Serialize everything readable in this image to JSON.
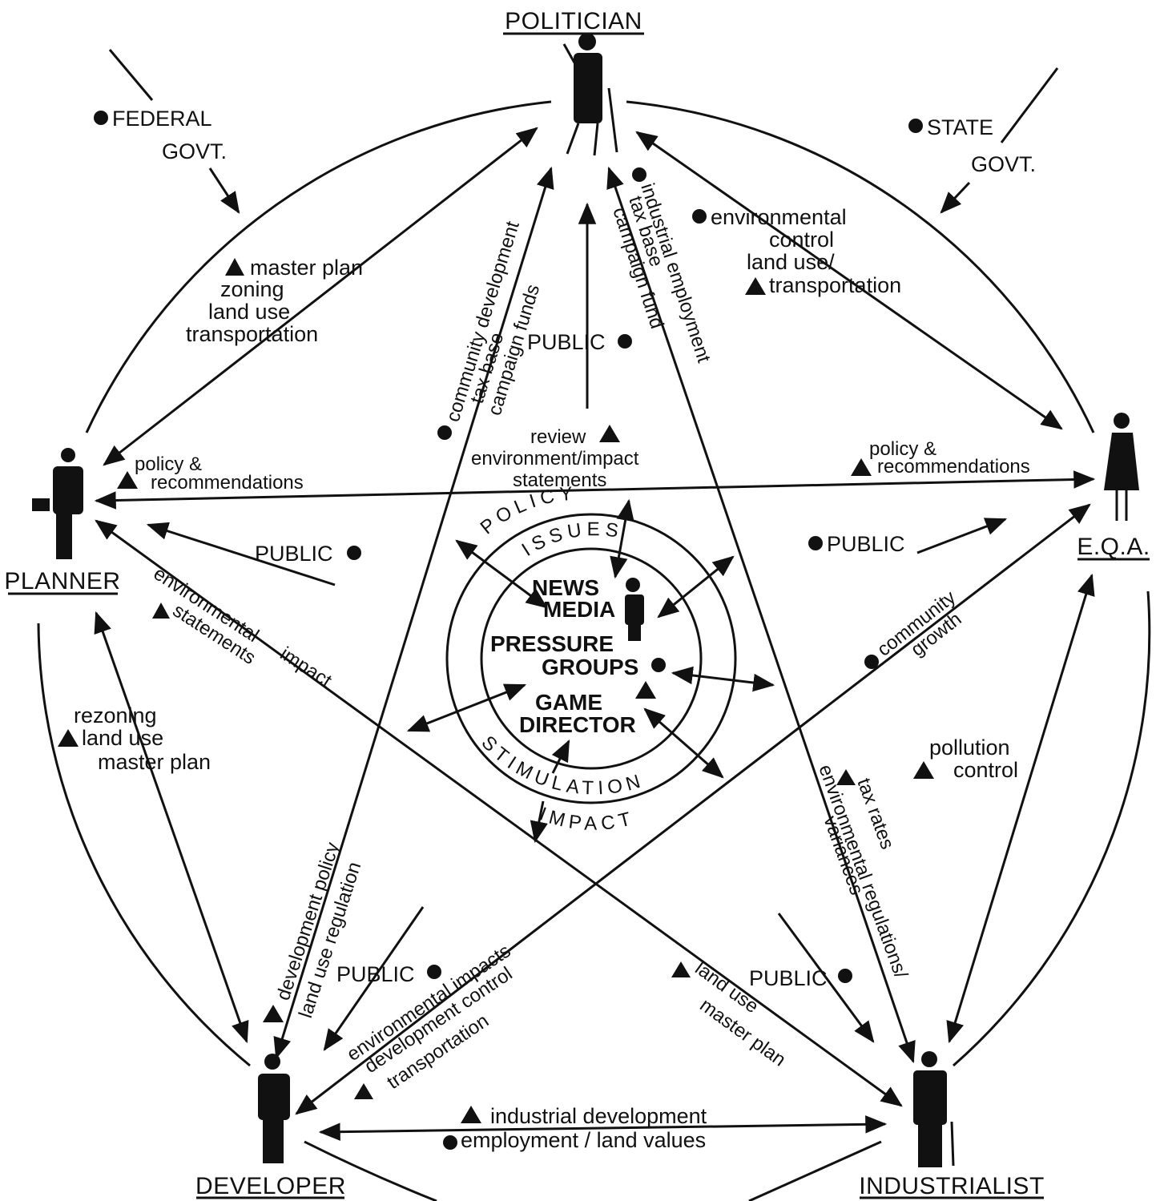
{
  "roles": {
    "politician": "POLITICIAN",
    "planner": "PLANNER",
    "eqa": "E.Q.A.",
    "developer": "DEVELOPER",
    "industrialist": "INDUSTRIALIST"
  },
  "external": {
    "federal_1": "FEDERAL",
    "federal_2": "GOVT.",
    "state_1": "STATE",
    "state_2": "GOVT."
  },
  "public_label": "PUBLIC",
  "center": {
    "policy": "POLICY",
    "issues": "ISSUES",
    "news_1": "NEWS",
    "news_2": "MEDIA",
    "pressure_1": "PRESSURE",
    "pressure_2": "GROUPS",
    "game_1": "GAME",
    "game_2": "DIRECTOR",
    "stimulation": "STIMULATION",
    "impact": "IMPACT"
  },
  "flows": {
    "planner_politician": [
      "master plan",
      "zoning",
      "land use",
      "transportation"
    ],
    "politician_eqa": [
      "environmental",
      "control",
      "land use/",
      "transportation"
    ],
    "planner_eqa_left": [
      "policy &",
      "recommendations"
    ],
    "planner_eqa_right": [
      "policy &",
      "recommendations"
    ],
    "review": [
      "review",
      "environment/impact",
      "statements"
    ],
    "community_dev": [
      "community development",
      "tax base",
      "campaign funds"
    ],
    "industrial_emp": [
      "industrial employment",
      "tax base",
      "campaign fund"
    ],
    "env_impact": [
      "environmental",
      "statements",
      "impact"
    ],
    "community_growth": [
      "community",
      "growth"
    ],
    "rezoning": [
      "rezoning",
      "land use",
      "master plan"
    ],
    "pollution": [
      "pollution",
      "control"
    ],
    "dev_policy": [
      "development policy",
      "land use regulation"
    ],
    "tax_rates": [
      "tax rates",
      "environmental regulations/",
      "variances"
    ],
    "env_impacts_dev": [
      "environmental impacts",
      "development control",
      "transportation"
    ],
    "land_use_master": [
      "land use",
      "master plan"
    ],
    "industrial_dev": [
      "industrial development",
      "employment / land values"
    ]
  }
}
